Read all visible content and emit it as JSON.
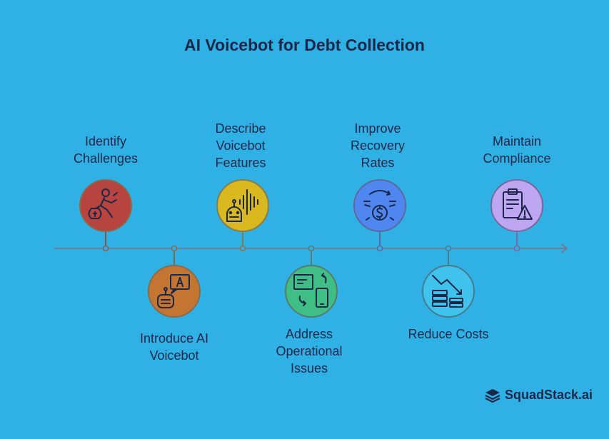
{
  "title": "AI Voicebot for Debt Collection",
  "steps": [
    {
      "label_lines": [
        "Identify",
        "Challenges"
      ],
      "icon": "debt-runner-icon",
      "color": "#b8443f"
    },
    {
      "label_lines": [
        "Introduce AI",
        "Voicebot"
      ],
      "icon": "robot-chat-icon",
      "color": "#c47532"
    },
    {
      "label_lines": [
        "Describe",
        "Voicebot",
        "Features"
      ],
      "icon": "robot-voice-icon",
      "color": "#d9b91f"
    },
    {
      "label_lines": [
        "Address",
        "Operational",
        "Issues"
      ],
      "icon": "devices-sync-icon",
      "color": "#3fbf86"
    },
    {
      "label_lines": [
        "Improve",
        "Recovery",
        "Rates"
      ],
      "icon": "money-recovery-icon",
      "color": "#4f86f0"
    },
    {
      "label_lines": [
        "Reduce Costs"
      ],
      "icon": "cost-decrease-icon",
      "color": "#3fc2ec"
    },
    {
      "label_lines": [
        "Maintain",
        "Compliance"
      ],
      "icon": "clipboard-warning-icon",
      "color": "#bfa6f2"
    }
  ],
  "brand": {
    "name": "SquadStack.ai",
    "icon": "layers-logo-icon"
  }
}
